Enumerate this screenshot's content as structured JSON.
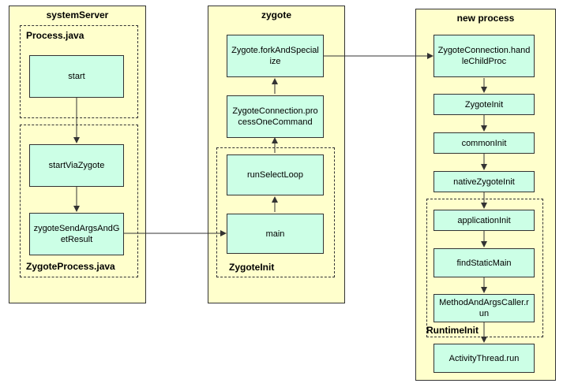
{
  "lanes": {
    "system_server": "systemServer",
    "zygote": "zygote",
    "new_process": "new process"
  },
  "groups": {
    "process_java": "Process.java",
    "zygote_process_java": "ZygoteProcess.java",
    "zygote_init": "ZygoteInit",
    "runtime_init": "RuntimeInit"
  },
  "nodes": {
    "start": "start",
    "start_via_zygote": "startViaZygote",
    "zygote_send_args": "zygoteSendArgsAndGetResult",
    "main": "main",
    "run_select_loop": "runSelectLoop",
    "process_one_command": "ZygoteConnection.processOneCommand",
    "fork_and_specialize": "Zygote.forkAndSpecialize",
    "handle_child_proc": "ZygoteConnection.handleChildProc",
    "zygote_init_call": "ZygoteInit",
    "common_init": "commonInit",
    "native_zygote_init": "nativeZygoteInit",
    "application_init": "applicationInit",
    "find_static_main": "findStaticMain",
    "method_and_args_caller": "MethodAndArgsCaller.run",
    "activity_thread_run": "ActivityThread.run"
  },
  "colors": {
    "lane_fill": "#ffffcc",
    "node_fill": "#ccffe6",
    "stroke": "#333333"
  }
}
